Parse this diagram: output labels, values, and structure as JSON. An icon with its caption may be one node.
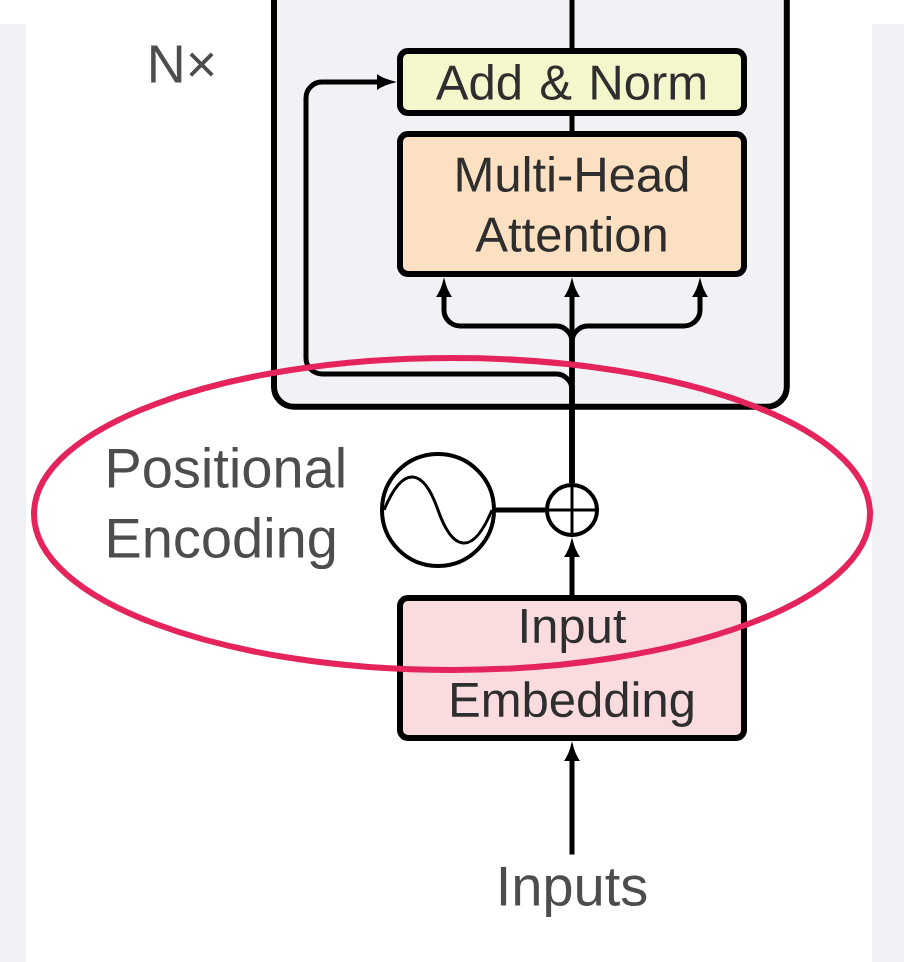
{
  "diagram": {
    "nodes": [
      {
        "text": [],
        "shape": "box",
        "beside": [
          "N×"
        ]
      },
      {
        "text": [
          "Add & Norm"
        ],
        "in": 0
      },
      {
        "text": [
          "Multi-Head Attention"
        ],
        "in": 0
      },
      {
        "text": [],
        "shape": "circle"
      },
      {
        "text": [],
        "shape": "circle",
        "beside": [
          "Positional Encoding"
        ]
      },
      {
        "text": [
          "Input Embedding"
        ]
      },
      {
        "text": [
          "Inputs"
        ]
      }
    ],
    "edges": [
      {
        "from": 2,
        "to": 1,
        "arrow": "none"
      },
      {
        "from": 1,
        "to": null,
        "arrow": "none"
      },
      {
        "from": 3,
        "to": 2,
        "arrow": "to"
      },
      {
        "from": 3,
        "to": 2,
        "arrow": "to"
      },
      {
        "from": 3,
        "to": 2,
        "arrow": "to"
      },
      {
        "from": 3,
        "to": 1,
        "arrow": "to"
      },
      {
        "from": 4,
        "to": 3,
        "arrow": "none"
      },
      {
        "from": 5,
        "to": 3,
        "arrow": "to"
      },
      {
        "from": 6,
        "to": 5,
        "arrow": "to"
      }
    ]
  }
}
